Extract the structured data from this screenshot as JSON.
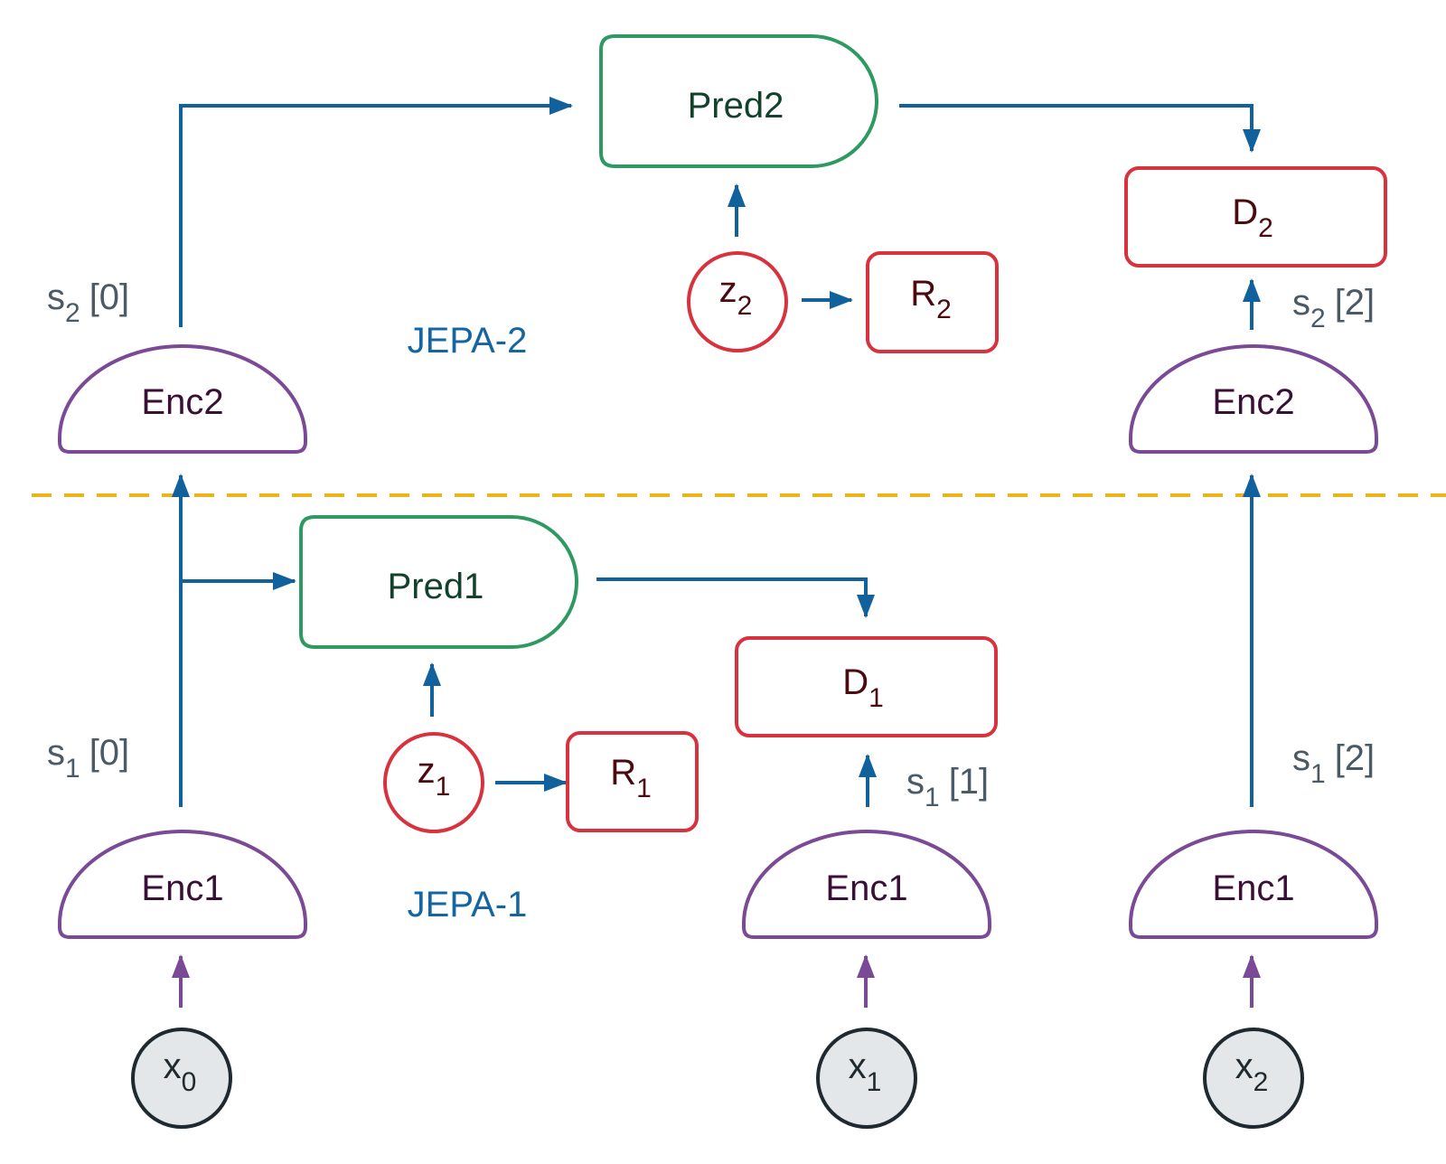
{
  "colors": {
    "encoder": "#7b4a96",
    "predictor": "#2e9a62",
    "red": "#d8323e",
    "blue_arrow": "#11629c",
    "purple_arrow": "#7b4a96",
    "divider": "#eab519",
    "input_fill": "#e4e7ea",
    "input_stroke": "#1f2a30"
  },
  "level2": {
    "label": "JEPA-2",
    "predictor": "Pred2",
    "encoder_left": "Enc2",
    "encoder_right": "Enc2",
    "latent": {
      "base": "z",
      "sub": "2"
    },
    "regularizer": {
      "base": "R",
      "sub": "2"
    },
    "distance": {
      "base": "D",
      "sub": "2"
    },
    "state_left": {
      "base": "s",
      "sub": "2",
      "idx": "[0]"
    },
    "state_right": {
      "base": "s",
      "sub": "2",
      "idx": "[2]"
    }
  },
  "level1": {
    "label": "JEPA-1",
    "predictor": "Pred1",
    "encoder_0": "Enc1",
    "encoder_1": "Enc1",
    "encoder_2": "Enc1",
    "latent": {
      "base": "z",
      "sub": "1"
    },
    "regularizer": {
      "base": "R",
      "sub": "1"
    },
    "distance": {
      "base": "D",
      "sub": "1"
    },
    "state_0": {
      "base": "s",
      "sub": "1",
      "idx": "[0]"
    },
    "state_1": {
      "base": "s",
      "sub": "1",
      "idx": "[1]"
    },
    "state_2": {
      "base": "s",
      "sub": "1",
      "idx": "[2]"
    }
  },
  "inputs": [
    {
      "base": "x",
      "sub": "0"
    },
    {
      "base": "x",
      "sub": "1"
    },
    {
      "base": "x",
      "sub": "2"
    }
  ]
}
